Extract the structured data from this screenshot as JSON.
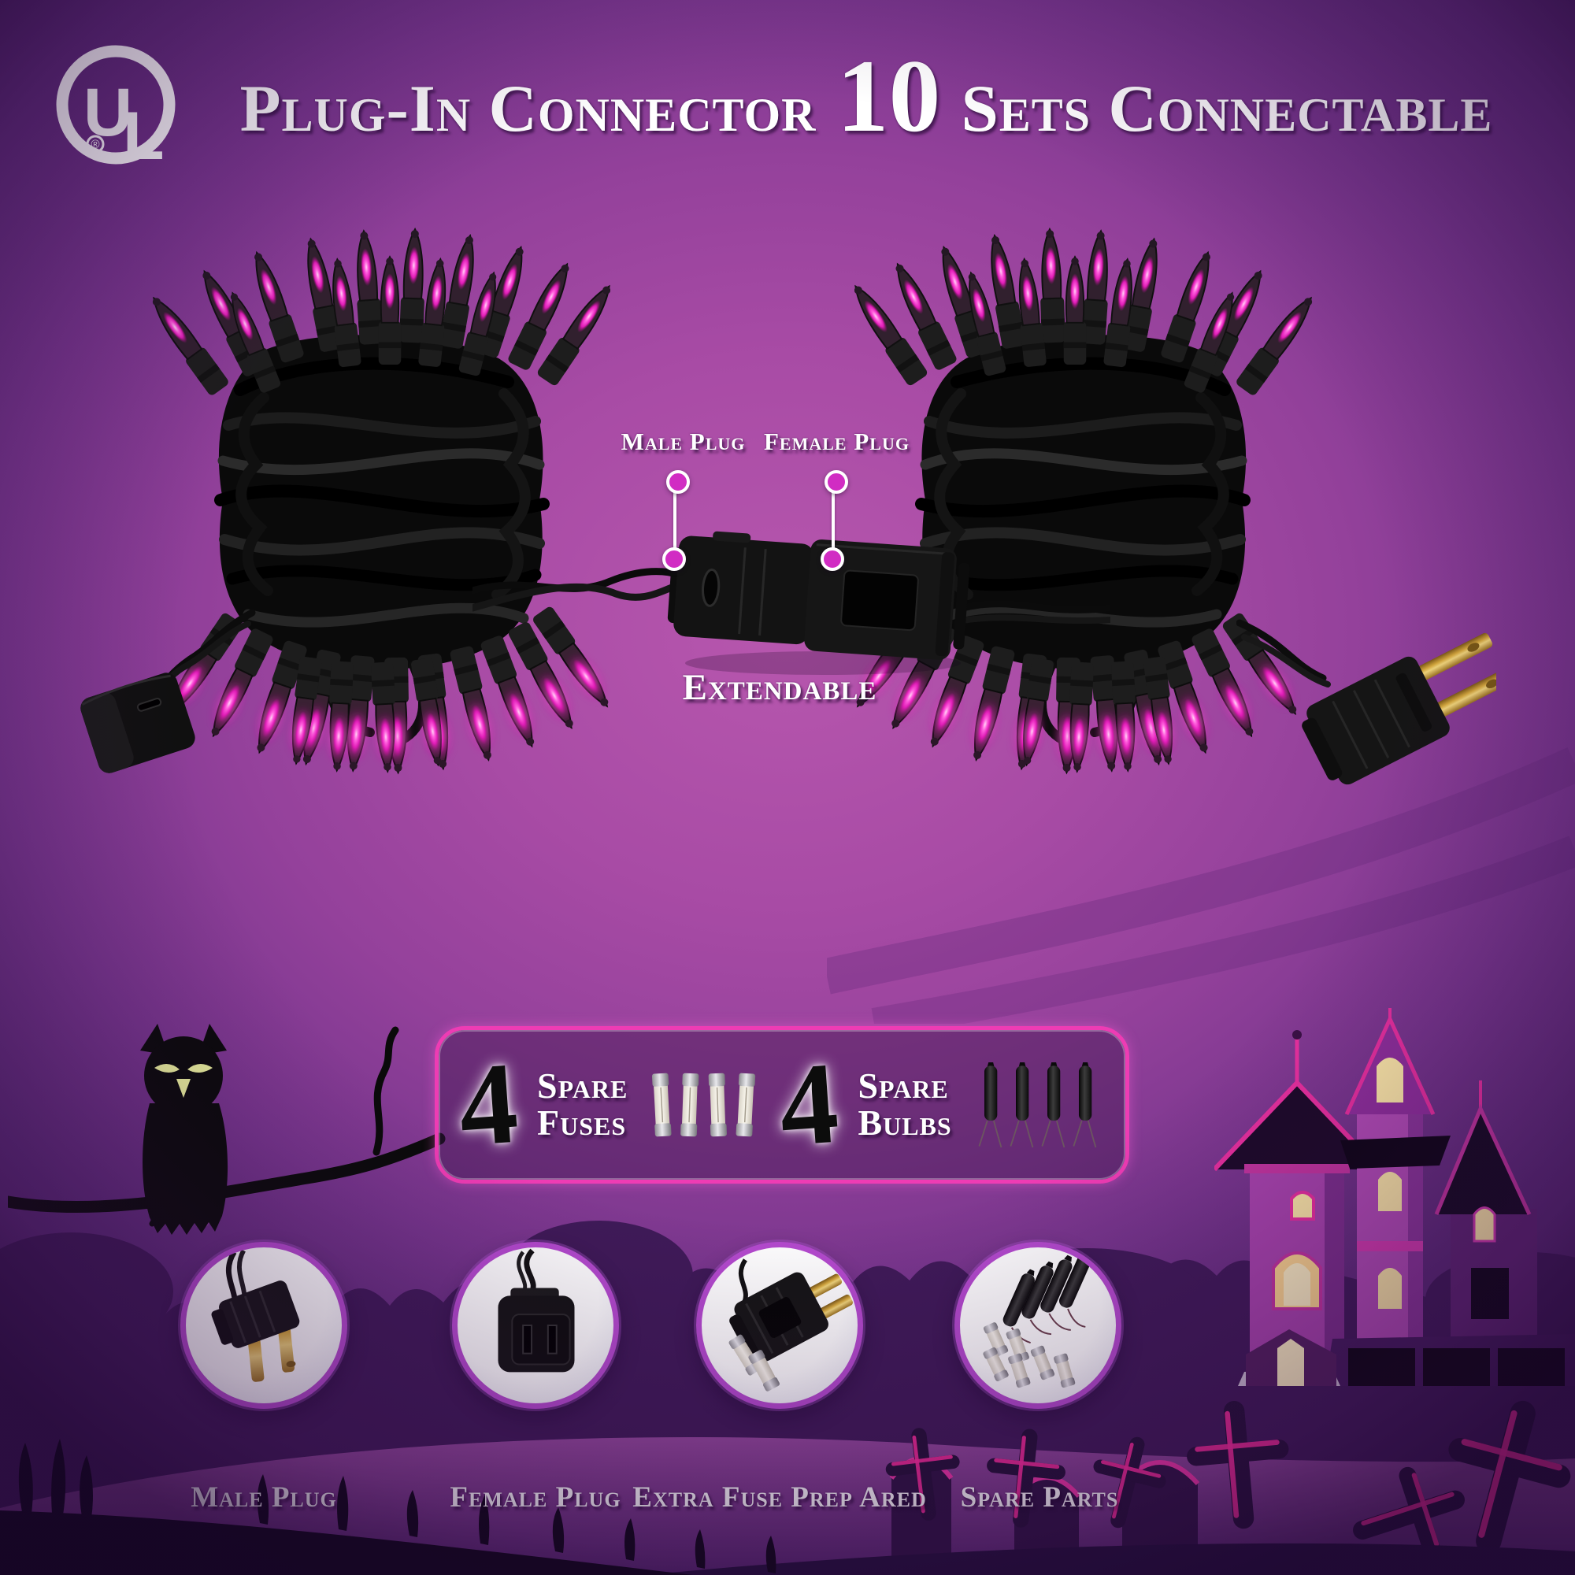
{
  "header": {
    "ul": {
      "u": "U",
      "l": "L",
      "registered": "®"
    },
    "title": {
      "part1": "Plug-In Connector",
      "number": "10",
      "part2": "Sets Connectable"
    }
  },
  "callout": {
    "male_label": "Male Plug",
    "female_label": "Female Plug",
    "extendable": "Extendable"
  },
  "spares": {
    "items": [
      {
        "count": "4",
        "word1": "Spare",
        "word2": "Fuses",
        "icon": "fuse-icon",
        "icon_count": 4
      },
      {
        "count": "4",
        "word1": "Spare",
        "word2": "Bulbs",
        "icon": "bulb-icon",
        "icon_count": 4
      }
    ]
  },
  "features": [
    {
      "label": "Male Plug",
      "icon": "male-plug-photo"
    },
    {
      "label": "Female Plug",
      "icon": "female-plug-photo"
    },
    {
      "label": "Extra Fuse Prep Ared",
      "icon": "extra-fuse-photo"
    },
    {
      "label": "Spare Parts",
      "icon": "spare-parts-photo"
    }
  ],
  "scene": {
    "elements": [
      "owl-silhouette",
      "bare-branch",
      "haunted-house",
      "tombstones",
      "crosses",
      "bushes",
      "grass",
      "purple-string-light-bundles",
      "inline-connector",
      "female-socket",
      "male-plug"
    ]
  },
  "colors": {
    "bg_center": "#b757ae",
    "bg_edge": "#4b2066",
    "accent_magenta": "#ee3cb4",
    "glow_pink": "#ff4fd8",
    "window_yellow": "#ffeca8",
    "text_white": "#ffffff",
    "gold_prong": "#d8ab3c",
    "black_wire": "#0b0b0b"
  }
}
